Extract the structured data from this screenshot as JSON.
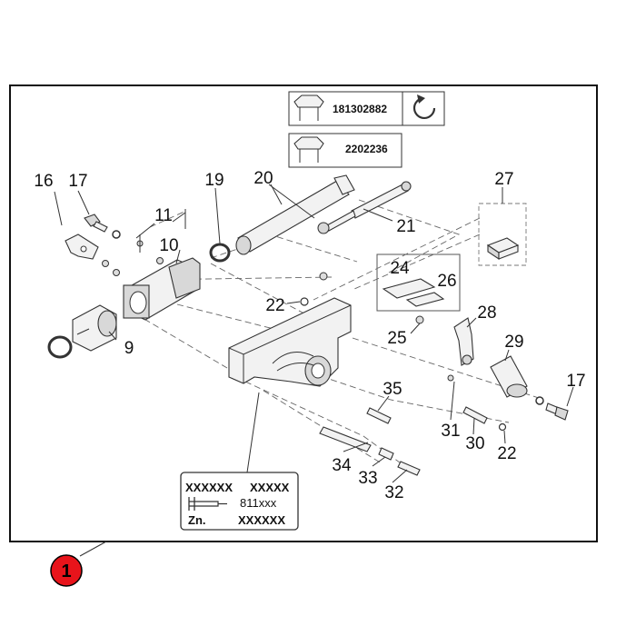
{
  "badge": {
    "label": "1",
    "color": "#e8141b"
  },
  "references": [
    {
      "number": "181302882",
      "icon": "rotate-arrow-icon"
    },
    {
      "number": "2202236"
    }
  ],
  "plate": {
    "row1_left": "XXXXXX",
    "row1_right": "XXXXX",
    "row2_value": "811xxx",
    "row3_label": "Zn.",
    "row3_value": "XXXXXX"
  },
  "callouts": {
    "c16": "16",
    "c17a": "17",
    "c11": "11",
    "c10": "10",
    "c9": "9",
    "c19": "19",
    "c20": "20",
    "c21": "21",
    "c27": "27",
    "c24": "24",
    "c26": "26",
    "c22a": "22",
    "c25": "25",
    "c28": "28",
    "c29": "29",
    "c17b": "17",
    "c35": "35",
    "c31": "31",
    "c30": "30",
    "c22b": "22",
    "c34": "34",
    "c33": "33",
    "c32": "32"
  }
}
